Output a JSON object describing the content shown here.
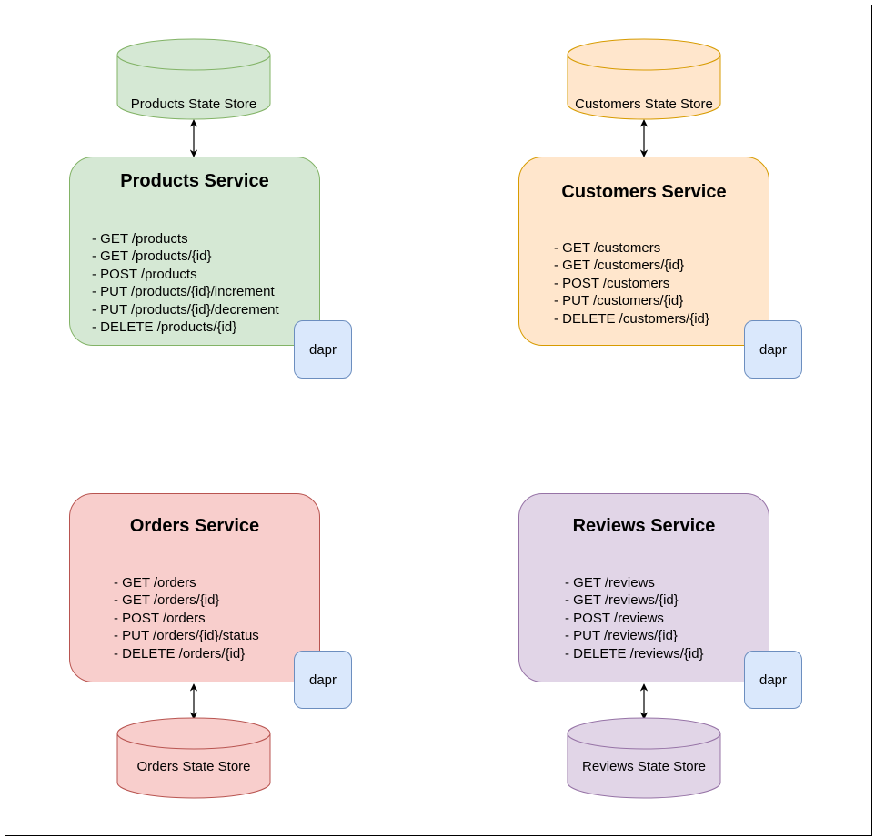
{
  "colors": {
    "products_fill": "#d5e8d4",
    "products_stroke": "#82b366",
    "customers_fill": "#ffe6cc",
    "customers_stroke": "#d79b00",
    "orders_fill": "#f8cecc",
    "orders_stroke": "#b85450",
    "reviews_fill": "#e1d5e7",
    "reviews_stroke": "#9673a6",
    "dapr_fill": "#dae8fc",
    "dapr_stroke": "#6c8ebf"
  },
  "products": {
    "title": "Products Service",
    "store": "Products State Store",
    "dapr": "dapr",
    "endpoints": [
      "- GET /products",
      "- GET /products/{id}",
      "- POST /products",
      "- PUT /products/{id}/increment",
      "- PUT /products/{id}/decrement",
      "- DELETE /products/{id}"
    ]
  },
  "customers": {
    "title": "Customers Service",
    "store": "Customers State Store",
    "dapr": "dapr",
    "endpoints": [
      "- GET /customers",
      "- GET /customers/{id}",
      "- POST /customers",
      "- PUT /customers/{id}",
      "- DELETE /customers/{id}"
    ]
  },
  "orders": {
    "title": "Orders Service",
    "store": "Orders State Store",
    "dapr": "dapr",
    "endpoints": [
      "- GET /orders",
      "- GET /orders/{id}",
      "- POST /orders",
      "- PUT /orders/{id}/status",
      "- DELETE /orders/{id}"
    ]
  },
  "reviews": {
    "title": "Reviews Service",
    "store": "Reviews State Store",
    "dapr": "dapr",
    "endpoints": [
      "- GET /reviews",
      "- GET /reviews/{id}",
      "- POST /reviews",
      "- PUT /reviews/{id}",
      "- DELETE /reviews/{id}"
    ]
  }
}
